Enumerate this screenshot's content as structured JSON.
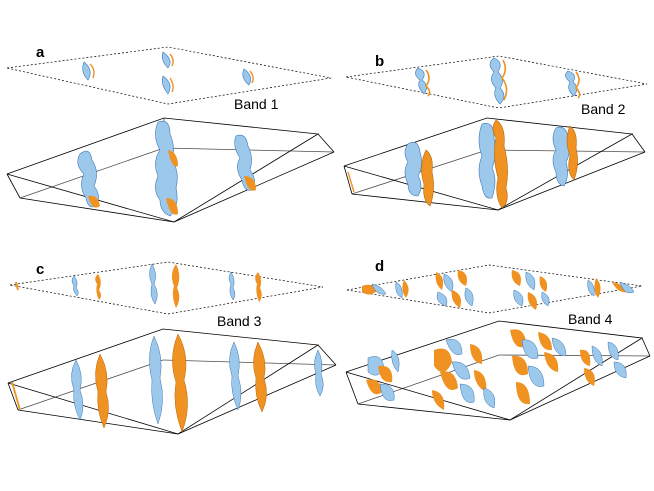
{
  "panels": [
    {
      "letter": "a",
      "band": "Band 1"
    },
    {
      "letter": "b",
      "band": "Band 2"
    },
    {
      "letter": "c",
      "band": "Band 3"
    },
    {
      "letter": "d",
      "band": "Band 4"
    }
  ],
  "colors": {
    "blue": "#9cc8ec",
    "blue_dark": "#3f78b5",
    "orange": "#ef9222",
    "orange_dark": "#b8670e"
  }
}
